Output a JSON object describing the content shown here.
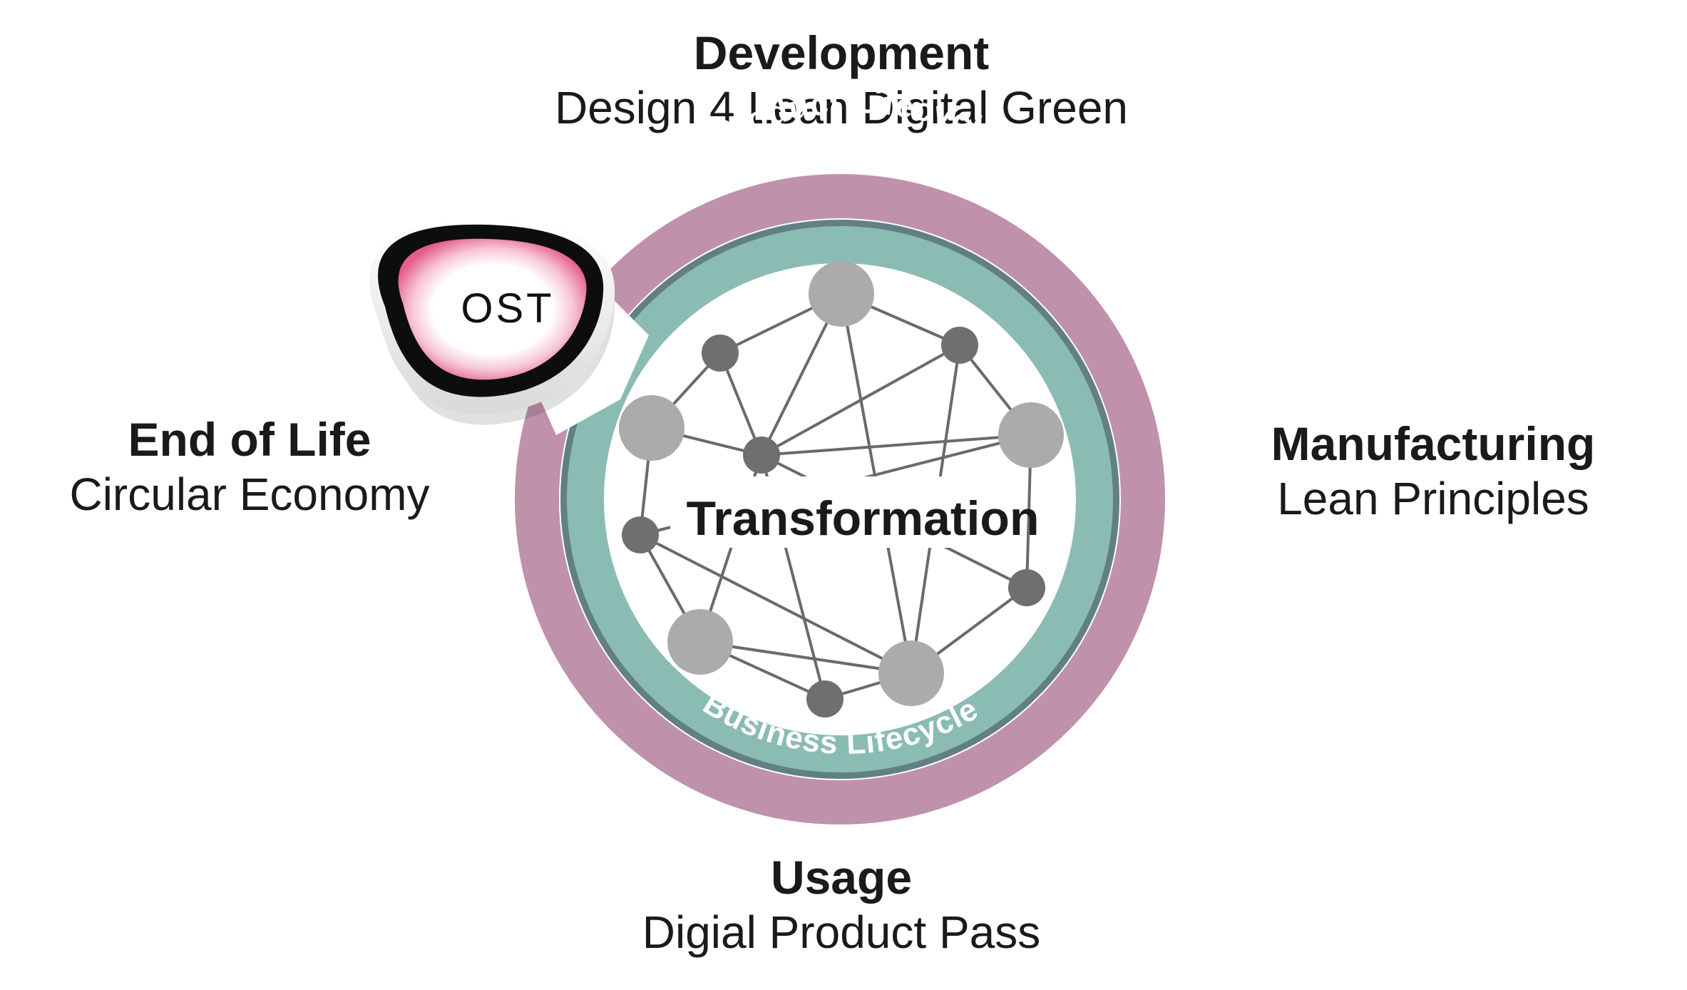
{
  "stages": {
    "development": {
      "title": "Development",
      "subtitle": "Design 4 Lean Digital Green"
    },
    "manufacturing": {
      "title": "Manufacturing",
      "subtitle": "Lean Principles"
    },
    "usage": {
      "title": "Usage",
      "subtitle": "Digial Product Pass"
    },
    "end_of_life": {
      "title": "End of Life",
      "subtitle": "Circular Economy"
    }
  },
  "center_label": "Transformation",
  "rings": {
    "outer": {
      "label": "Product Lifecycle",
      "color": "#bf91ab"
    },
    "inner": {
      "label": "Business Lifecycle",
      "color": "#8bbcb3"
    }
  },
  "logo": {
    "text": "OST",
    "accent": "#e45d8b"
  },
  "network": {
    "large_node_color": "#ababab",
    "small_node_color": "#6f6f6f",
    "edge_color": "#6a6a6a"
  }
}
